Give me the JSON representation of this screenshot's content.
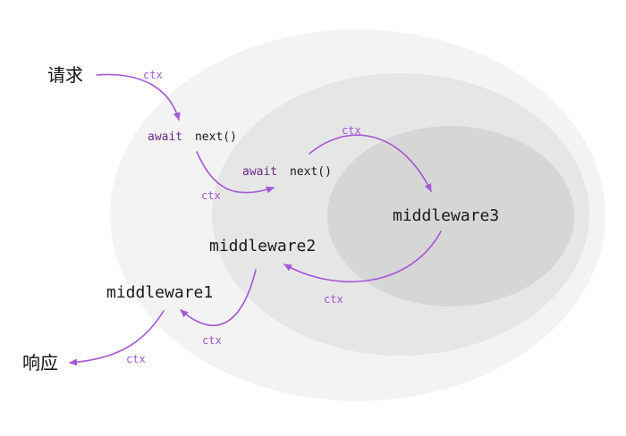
{
  "nodes": {
    "request": "请求",
    "response": "响应",
    "middleware1": "middleware1",
    "middleware2": "middleware2",
    "middleware3": "middleware3"
  },
  "calls": {
    "await_keyword": "await",
    "next_call": "next()"
  },
  "edges": {
    "ctx_label": "ctx"
  },
  "colors": {
    "arrow": "#a457d4",
    "outer_ellipse": "#f3f3f3",
    "middle_ellipse": "#e6e6e6",
    "inner_ellipse": "#d6d6d6",
    "code_text": "#1a1a1a",
    "keyword": "#6a2a86"
  }
}
